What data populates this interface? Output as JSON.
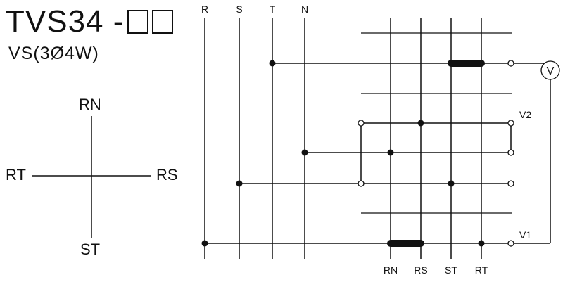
{
  "title": {
    "text": "TVS34 -",
    "box_count": 2
  },
  "subtitle": "VS(3Ø4W)",
  "cross": {
    "top": "RN",
    "left": "RT",
    "right": "RS",
    "bottom": "ST"
  },
  "bus_labels": [
    "R",
    "S",
    "T",
    "N"
  ],
  "position_labels": [
    "RN",
    "RS",
    "ST",
    "RT"
  ],
  "meter_symbol": "V",
  "terminal_labels": {
    "v2": "V2",
    "v1": "V1"
  }
}
